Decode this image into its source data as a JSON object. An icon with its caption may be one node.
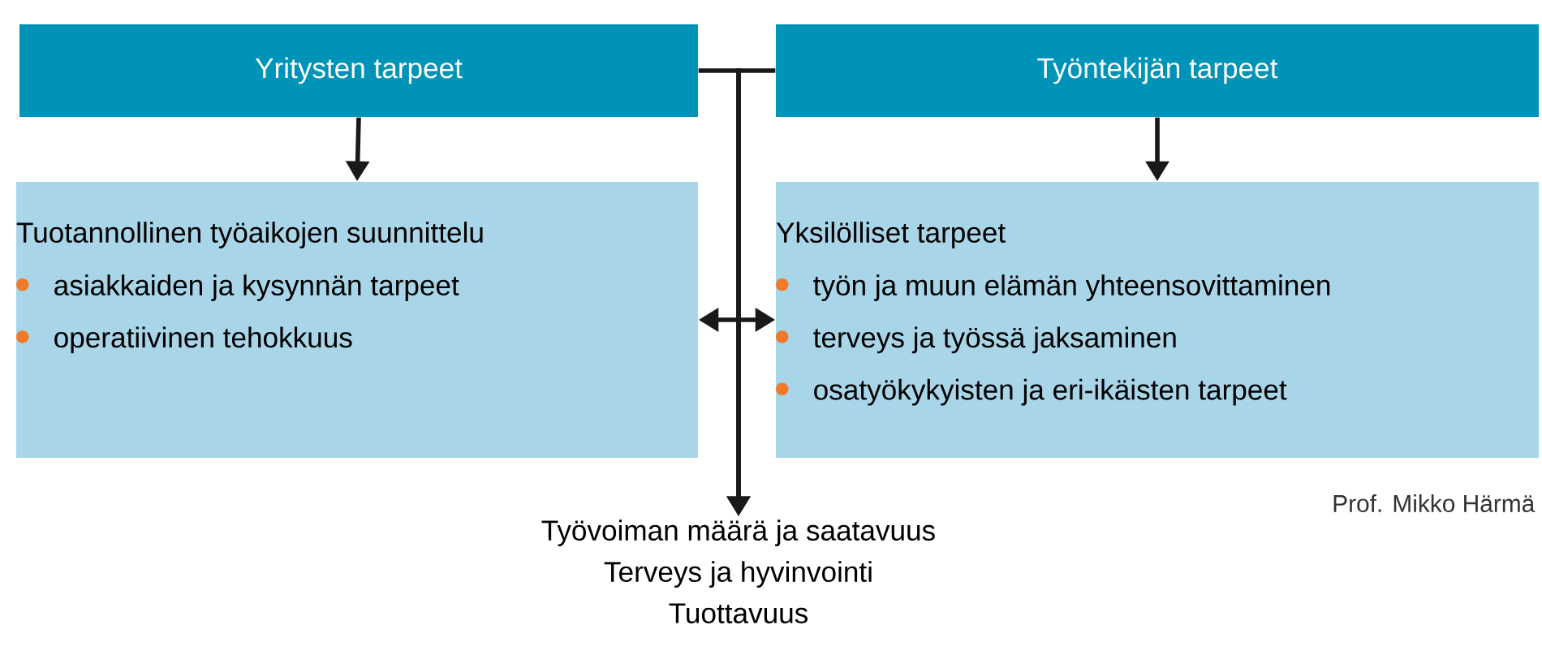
{
  "diagram": {
    "nodes": [
      {
        "text": [
          "Yritysten tarpeet"
        ]
      },
      {
        "text": [
          "Työntekijän tarpeet"
        ]
      },
      {
        "text": [
          "Tuotannollinen työaikojen suunnittelu",
          "asiakkaiden ja kysynnän tarpeet",
          "operatiivinen tehokkuus"
        ]
      },
      {
        "text": [
          "Yksilölliset tarpeet",
          "työn ja muun elämän yhteensovittaminen",
          "terveys ja työssä jaksaminen",
          "osatyökykyisten ja eri-ikäisten tarpeet"
        ]
      },
      {
        "text": [
          "Työvoiman määrä ja saatavuus",
          "Terveys ja hyvinvointi",
          "Tuottavuus"
        ]
      }
    ],
    "edges": [
      {
        "from": 0,
        "to": 2,
        "arrow": "to"
      },
      {
        "from": 1,
        "to": 3,
        "arrow": "to"
      },
      {
        "from": 2,
        "to": 3,
        "arrow": "both"
      },
      {
        "from": 0,
        "to": 4,
        "arrow": "to"
      },
      {
        "from": 1,
        "to": 4,
        "arrow": "to"
      }
    ],
    "labels": [
      "Prof. Mikko Härmä"
    ]
  }
}
